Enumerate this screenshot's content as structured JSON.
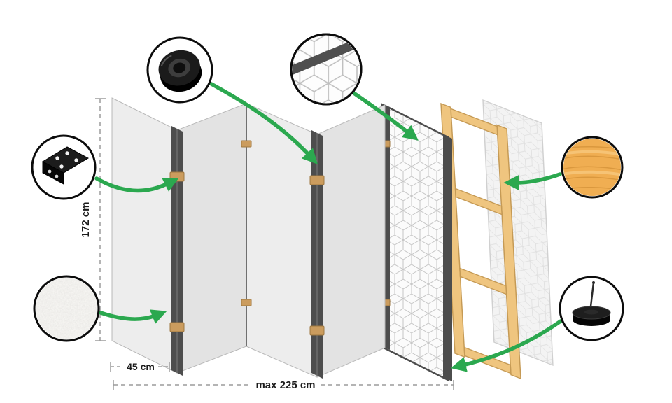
{
  "labels": {
    "height": "172 cm",
    "panel_width": "45 cm",
    "max_width": "max 225 cm"
  },
  "callouts": {
    "tape": "adhesive-tape-detail",
    "hinge": "hinge-bracket-detail",
    "canvas": "canvas-texture-detail",
    "pattern": "printed-pattern-detail",
    "wood": "wooden-frame-detail",
    "foot": "foot-pad-detail"
  },
  "colors": {
    "arrow_green": "#2ba84f",
    "panel_light": "#ededed",
    "panel_shaded": "#e3e3e3",
    "edge_dark": "#4d4d4d",
    "hinge_tan": "#cb9c5e",
    "wood_frame": "#efc57f",
    "dimension_gray": "#9c9c9c"
  }
}
